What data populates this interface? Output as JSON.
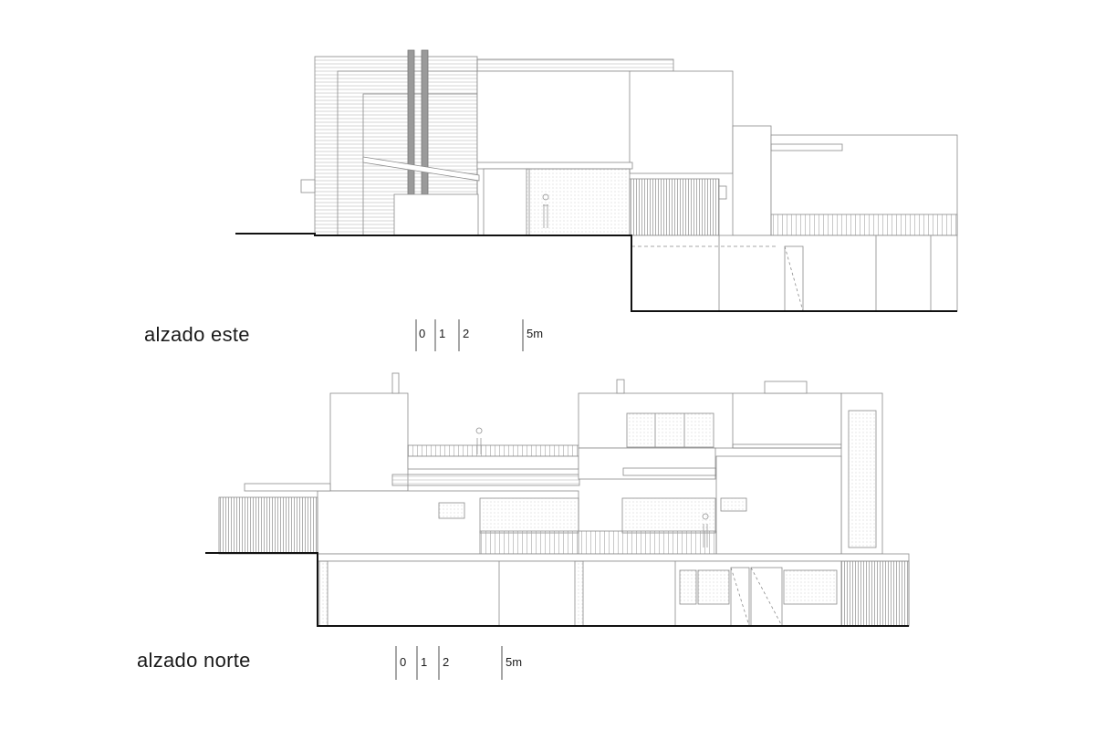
{
  "drawings": [
    {
      "id": "este",
      "title": "alzado este",
      "scale_bar": {
        "ticks": [
          "0",
          "1",
          "2",
          "5m"
        ]
      }
    },
    {
      "id": "norte",
      "title": "alzado norte",
      "scale_bar": {
        "ticks": [
          "0",
          "1",
          "2",
          "5m"
        ]
      }
    }
  ],
  "colors": {
    "line": "#8a8a8a",
    "ground": "#111111",
    "hatch": "#b5b5b5",
    "column": "#9a9a9a"
  }
}
